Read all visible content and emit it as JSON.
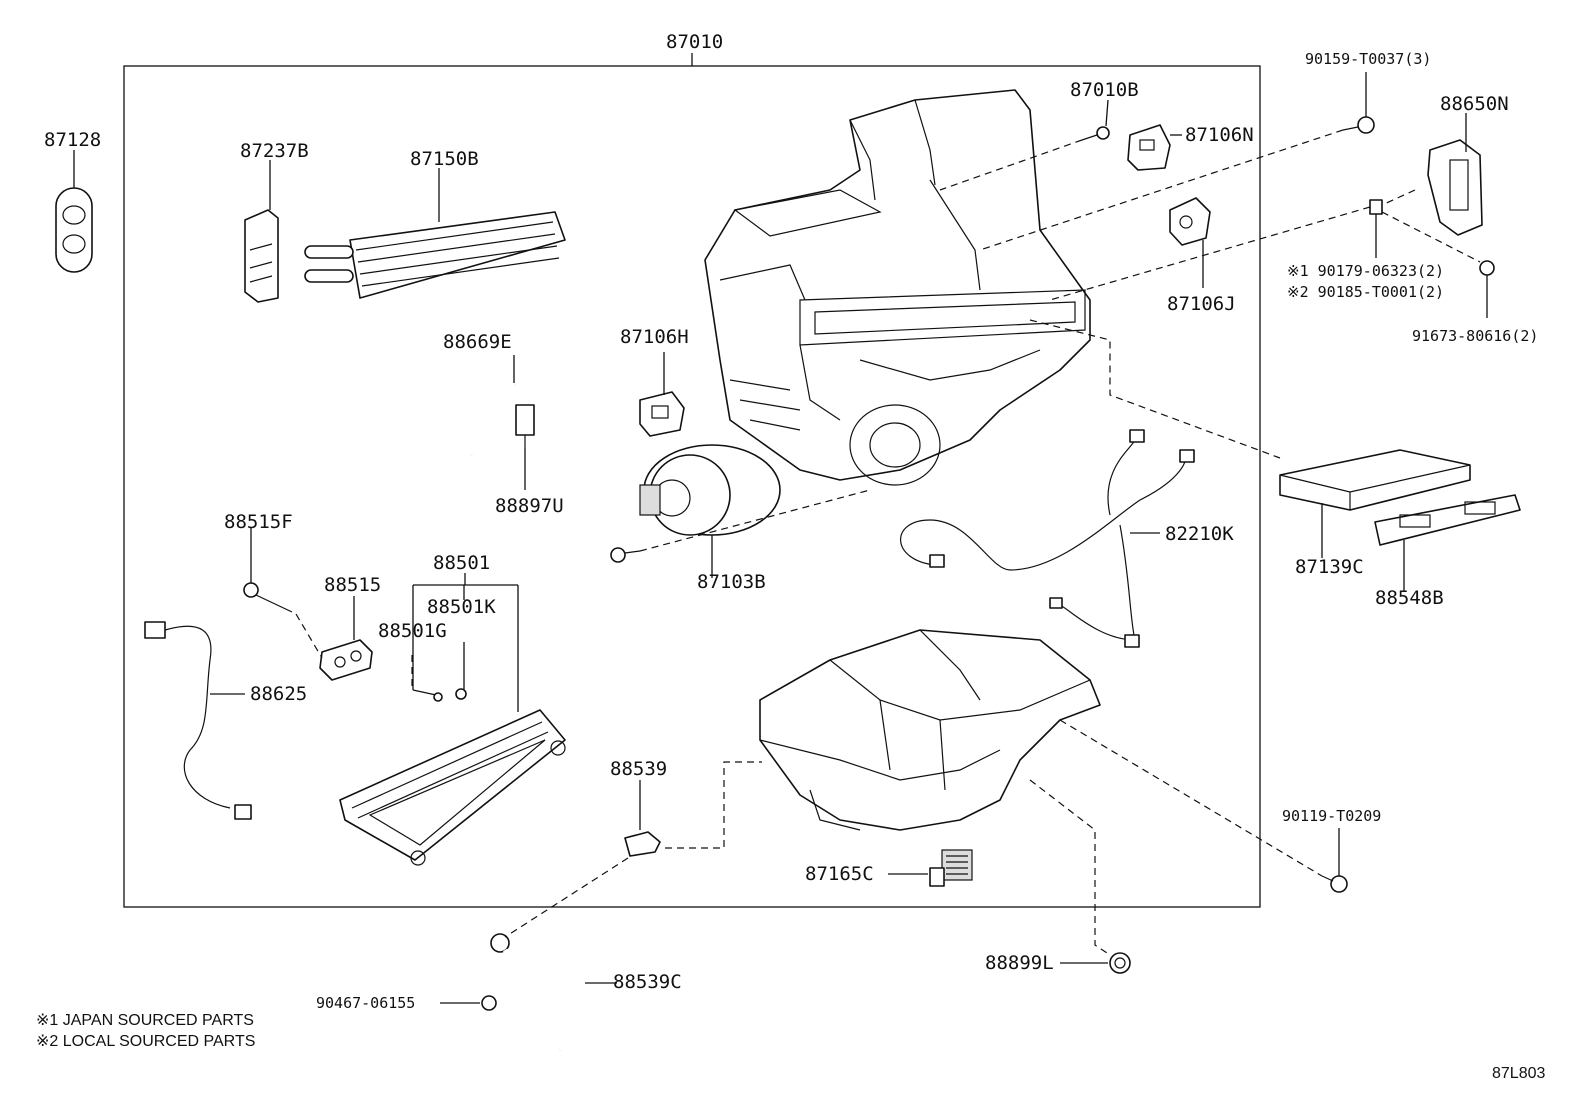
{
  "labels": {
    "p87010": "87010",
    "p87128": "87128",
    "p87237B": "87237B",
    "p87150B": "87150B",
    "p87010B": "87010B",
    "p87106N": "87106N",
    "p90159": "90159-T0037(3)",
    "p88650N": "88650N",
    "p90179": "※1 90179-06323(2)",
    "p90185": "※2 90185-T0001(2)",
    "p91673": "91673-80616(2)",
    "p87106J": "87106J",
    "p88669E": "88669E",
    "p87106H": "87106H",
    "p88897U": "88897U",
    "p88515F": "88515F",
    "p88501": "88501",
    "p88515": "88515",
    "p88501K": "88501K",
    "p88501G": "88501G",
    "p87103B": "87103B",
    "p82210K": "82210K",
    "p87139C": "87139C",
    "p88548B": "88548B",
    "p88625": "88625",
    "p88539": "88539",
    "p90119": "90119-T0209",
    "p87165C": "87165C",
    "p88899L": "88899L",
    "p88539C": "88539C",
    "p90467": "90467-06155"
  },
  "notes": {
    "n1": "※1 JAPAN SOURCED PARTS",
    "n2": "※2 LOCAL SOURCED PARTS"
  },
  "diagram_code": "87L803"
}
